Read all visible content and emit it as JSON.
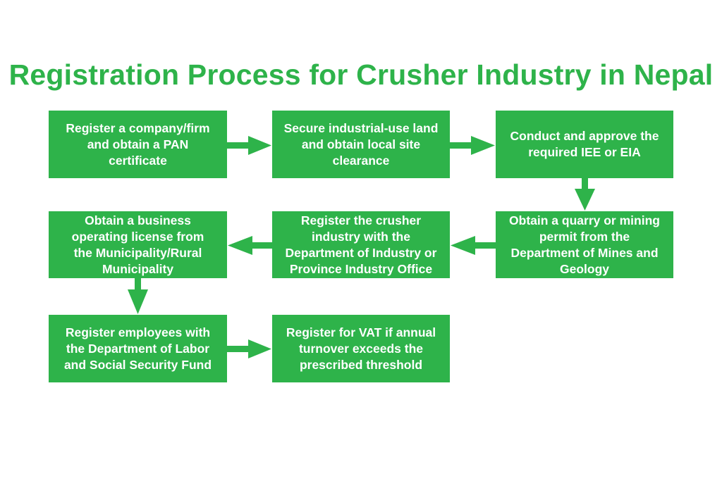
{
  "title": "Registration Process for Crusher Industry in Nepal",
  "colors": {
    "accent": "#2eb34a",
    "box_text": "#ffffff",
    "background": "#ffffff"
  },
  "steps": [
    {
      "text": "Register a company/firm\nand obtain a PAN\ncertificate"
    },
    {
      "text": "Secure industrial-use land\nand obtain local site\nclearance"
    },
    {
      "text": "Conduct and approve the\nrequired IEE or EIA"
    },
    {
      "text": "Obtain a quarry or mining\npermit from the\nDepartment of Mines and\nGeology"
    },
    {
      "text": "Register the crusher\nindustry with the\nDepartment of Industry or\nProvince Industry Office"
    },
    {
      "text": "Obtain a business\noperating license from\nthe Municipality/Rural\nMunicipality"
    },
    {
      "text": "Register employees with\nthe Department of Labor\nand Social Security Fund"
    },
    {
      "text": "Register for VAT if annual\nturnover exceeds the\nprescribed threshold"
    }
  ]
}
